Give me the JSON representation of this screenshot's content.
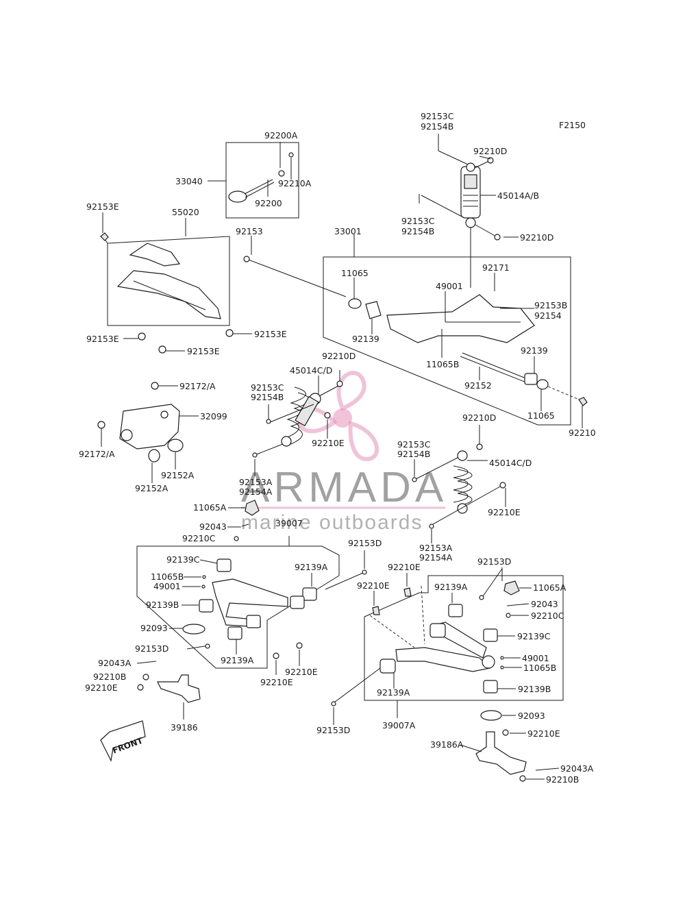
{
  "figure_code": "F2150",
  "watermark": {
    "brand": "ARMADA",
    "tagline": "marine outboards",
    "color": "#e58fb8"
  },
  "front_label": "FRONT",
  "labels": [
    {
      "id": "92153C_top",
      "text": "92153C"
    },
    {
      "id": "92154B_top",
      "text": "92154B"
    },
    {
      "id": "92210D_top",
      "text": "92210D"
    },
    {
      "id": "45014AB",
      "text": "45014A/B"
    },
    {
      "id": "92153C_mid",
      "text": "92153C"
    },
    {
      "id": "92154B_mid",
      "text": "92154B"
    },
    {
      "id": "92210D_mid",
      "text": "92210D"
    },
    {
      "id": "92200A",
      "text": "92200A"
    },
    {
      "id": "33040",
      "text": "33040"
    },
    {
      "id": "92210A",
      "text": "92210A"
    },
    {
      "id": "92200",
      "text": "92200"
    },
    {
      "id": "92153E_tl",
      "text": "92153E"
    },
    {
      "id": "55020",
      "text": "55020"
    },
    {
      "id": "92153",
      "text": "92153"
    },
    {
      "id": "33001",
      "text": "33001"
    },
    {
      "id": "11065_top",
      "text": "11065"
    },
    {
      "id": "92171",
      "text": "92171"
    },
    {
      "id": "49001_top",
      "text": "49001"
    },
    {
      "id": "92153B",
      "text": "92153B"
    },
    {
      "id": "92154",
      "text": "92154"
    },
    {
      "id": "92139_a",
      "text": "92139"
    },
    {
      "id": "11065B_top",
      "text": "11065B"
    },
    {
      "id": "92139_b",
      "text": "92139"
    },
    {
      "id": "92152",
      "text": "92152"
    },
    {
      "id": "11065_b",
      "text": "11065"
    },
    {
      "id": "92210",
      "text": "92210"
    },
    {
      "id": "92153E_a",
      "text": "92153E"
    },
    {
      "id": "92153E_b",
      "text": "92153E"
    },
    {
      "id": "92153E_c",
      "text": "92153E"
    },
    {
      "id": "92210D_c",
      "text": "92210D"
    },
    {
      "id": "45014CD_a",
      "text": "45014C/D"
    },
    {
      "id": "92153C_l",
      "text": "92153C"
    },
    {
      "id": "92154B_l",
      "text": "92154B"
    },
    {
      "id": "92172A_a",
      "text": "92172/A"
    },
    {
      "id": "32099",
      "text": "32099"
    },
    {
      "id": "92210E_a",
      "text": "92210E"
    },
    {
      "id": "92172A_b",
      "text": "92172/A"
    },
    {
      "id": "92152A_a",
      "text": "92152A"
    },
    {
      "id": "92152A_b",
      "text": "92152A"
    },
    {
      "id": "92210D_d",
      "text": "92210D"
    },
    {
      "id": "92153C_r",
      "text": "92153C"
    },
    {
      "id": "92154B_r",
      "text": "92154B"
    },
    {
      "id": "45014CD_b",
      "text": "45014C/D"
    },
    {
      "id": "92153A_l",
      "text": "92153A"
    },
    {
      "id": "92154A_l",
      "text": "92154A"
    },
    {
      "id": "11065A_l",
      "text": "11065A"
    },
    {
      "id": "92210E_b",
      "text": "92210E"
    },
    {
      "id": "92043_l",
      "text": "92043"
    },
    {
      "id": "39007",
      "text": "39007"
    },
    {
      "id": "92210C_l",
      "text": "92210C"
    },
    {
      "id": "92153A_r",
      "text": "92153A"
    },
    {
      "id": "92154A_r",
      "text": "92154A"
    },
    {
      "id": "92153D_a",
      "text": "92153D"
    },
    {
      "id": "92139C_l",
      "text": "92139C"
    },
    {
      "id": "92139A_a",
      "text": "92139A"
    },
    {
      "id": "92210E_c",
      "text": "92210E"
    },
    {
      "id": "92153D_b",
      "text": "92153D"
    },
    {
      "id": "11065B_l",
      "text": "11065B"
    },
    {
      "id": "49001_l",
      "text": "49001"
    },
    {
      "id": "92210E_d",
      "text": "92210E"
    },
    {
      "id": "92139A_b",
      "text": "92139A"
    },
    {
      "id": "11065A_r",
      "text": "11065A"
    },
    {
      "id": "92139B_l",
      "text": "92139B"
    },
    {
      "id": "92043_r",
      "text": "92043"
    },
    {
      "id": "92210C_r",
      "text": "92210C"
    },
    {
      "id": "92093_l",
      "text": "92093"
    },
    {
      "id": "92139C_r",
      "text": "92139C"
    },
    {
      "id": "92153D_c",
      "text": "92153D"
    },
    {
      "id": "49001_r",
      "text": "49001"
    },
    {
      "id": "11065B_r",
      "text": "11065B"
    },
    {
      "id": "92139A_c",
      "text": "92139A"
    },
    {
      "id": "92210E_e",
      "text": "92210E"
    },
    {
      "id": "92043A_l",
      "text": "92043A"
    },
    {
      "id": "92210E_f",
      "text": "92210E"
    },
    {
      "id": "92210B_l",
      "text": "92210B"
    },
    {
      "id": "92210E_g",
      "text": "92210E"
    },
    {
      "id": "92139B_r",
      "text": "92139B"
    },
    {
      "id": "92139A_d",
      "text": "92139A"
    },
    {
      "id": "39186",
      "text": "39186"
    },
    {
      "id": "92153D_d",
      "text": "92153D"
    },
    {
      "id": "39007A",
      "text": "39007A"
    },
    {
      "id": "92093_r",
      "text": "92093"
    },
    {
      "id": "39186A",
      "text": "39186A"
    },
    {
      "id": "92210E_h",
      "text": "92210E"
    },
    {
      "id": "92043A_r",
      "text": "92043A"
    },
    {
      "id": "92210B_r",
      "text": "92210B"
    }
  ]
}
